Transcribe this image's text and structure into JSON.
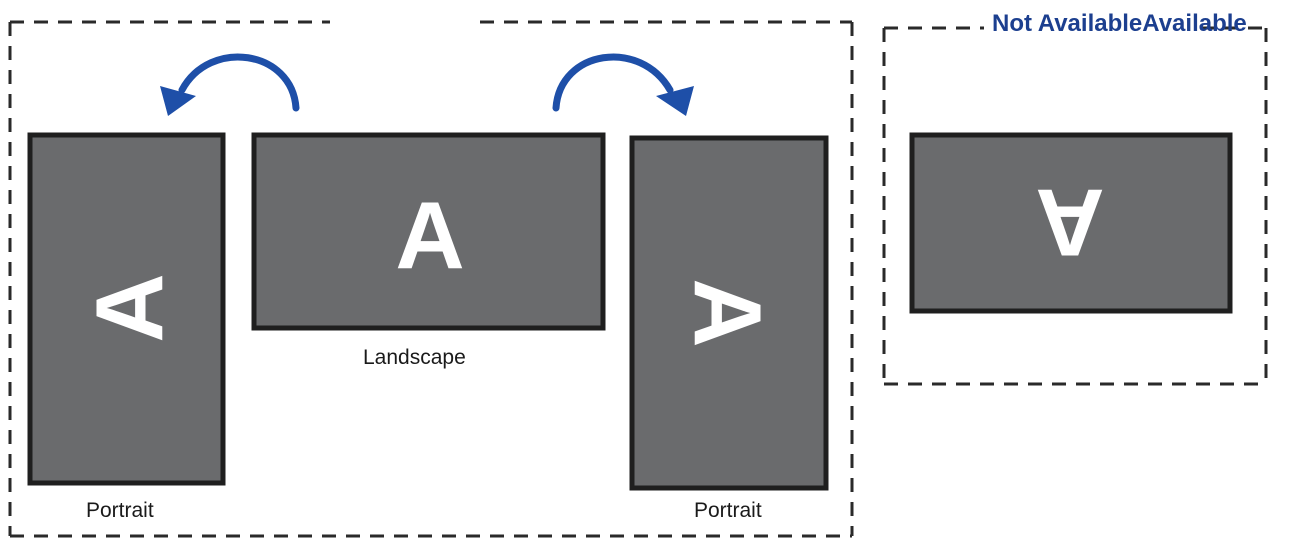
{
  "diagram": {
    "title": "Not AvailableAvailable",
    "colors": {
      "arrow": "#1e4fa8",
      "title": "#1c3f8f",
      "screen": "#6a6b6d",
      "border": "#1f1f1f"
    },
    "screens": [
      {
        "id": "left-portrait",
        "letter": "A",
        "caption": "Portrait"
      },
      {
        "id": "landscape",
        "letter": "A",
        "caption": "Landscape"
      },
      {
        "id": "right-portrait",
        "letter": "A",
        "caption": "Portrait"
      },
      {
        "id": "inverted-landscape",
        "letter": "A",
        "caption": ""
      }
    ],
    "arrows": [
      {
        "id": "rotate-left-arrow",
        "direction": "counter-clockwise"
      },
      {
        "id": "rotate-right-arrow",
        "direction": "clockwise"
      }
    ]
  }
}
